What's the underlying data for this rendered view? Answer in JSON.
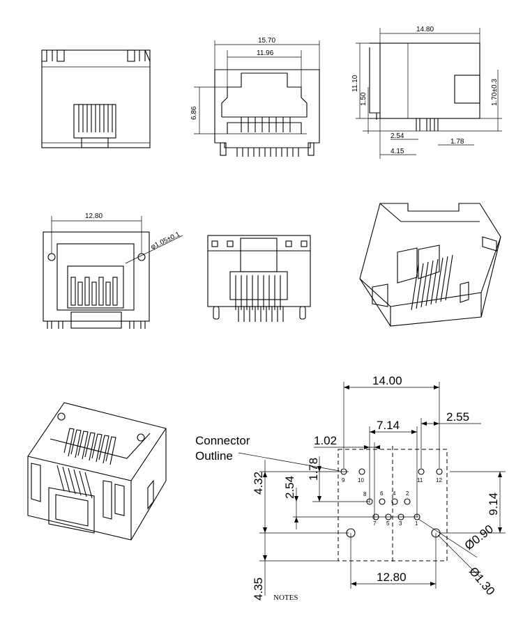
{
  "front_view": {
    "width": "15.70",
    "inner_width": "11.96",
    "height": "6.86"
  },
  "side_view": {
    "length": "14.80",
    "height": "11.10",
    "standoff": "1.50",
    "pin_length": "1.70±0.3",
    "pin_pitch": "2.54",
    "pin_offset": "4.15",
    "pin_gap": "1.78"
  },
  "bottom_view": {
    "post_spacing": "12.80",
    "post_hole": "φ1.05±0.1"
  },
  "pcb_layout": {
    "overall_width": "14.00",
    "row_offset": "7.14",
    "led_pitch": "2.55",
    "pin_offset": "1.02",
    "height_a": "4.32",
    "height_b": "2.54",
    "height_c": "1.78",
    "height_d": "4.35",
    "right_height": "9.14",
    "post_spacing": "12.80",
    "small_hole": "Ø0.90",
    "large_hole": "Ø1.30",
    "connector_label_line1": "Connector",
    "connector_label_line2": "Outline",
    "pins_top": [
      "9",
      "10",
      "11",
      "12"
    ],
    "pins_row1": [
      "8",
      "6",
      "4",
      "2"
    ],
    "pins_row2": [
      "7",
      "5",
      "3",
      "1"
    ],
    "notes": "NOTES"
  }
}
